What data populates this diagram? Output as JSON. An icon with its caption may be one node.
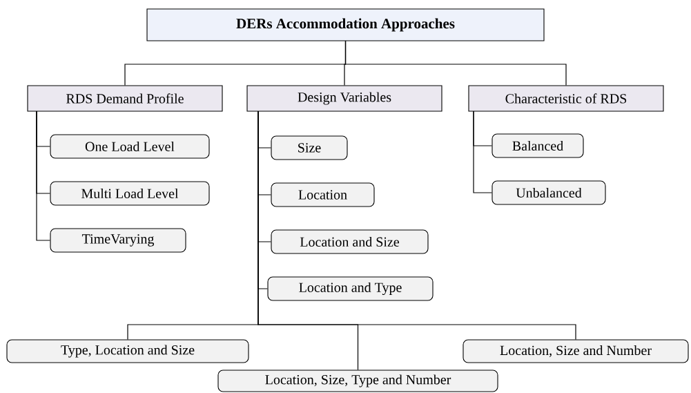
{
  "diagram": {
    "nodes": [
      {
        "text": [
          "DERs Accommodation Approaches"
        ]
      },
      {
        "text": [
          "RDS Demand Profile"
        ]
      },
      {
        "text": [
          "Design Variables"
        ]
      },
      {
        "text": [
          "Characteristic of RDS"
        ]
      },
      {
        "text": [
          "One Load Level"
        ]
      },
      {
        "text": [
          "Multi Load Level"
        ]
      },
      {
        "text": [
          "TimeVarying"
        ]
      },
      {
        "text": [
          "Size"
        ]
      },
      {
        "text": [
          "Location"
        ]
      },
      {
        "text": [
          "Location and Size"
        ]
      },
      {
        "text": [
          "Location and Type"
        ]
      },
      {
        "text": [
          "Balanced"
        ]
      },
      {
        "text": [
          "Unbalanced"
        ]
      },
      {
        "text": [
          "Type, Location and Size"
        ]
      },
      {
        "text": [
          "Location, Size, Type and Number"
        ]
      },
      {
        "text": [
          "Location, Size and Number"
        ]
      }
    ],
    "edges": [
      {
        "from": 0,
        "to": 1,
        "arrow": "none"
      },
      {
        "from": 0,
        "to": 2,
        "arrow": "none"
      },
      {
        "from": 0,
        "to": 3,
        "arrow": "none"
      },
      {
        "from": 1,
        "to": 4,
        "arrow": "none"
      },
      {
        "from": 1,
        "to": 5,
        "arrow": "none"
      },
      {
        "from": 1,
        "to": 6,
        "arrow": "none"
      },
      {
        "from": 2,
        "to": 7,
        "arrow": "none"
      },
      {
        "from": 2,
        "to": 8,
        "arrow": "none"
      },
      {
        "from": 2,
        "to": 9,
        "arrow": "none"
      },
      {
        "from": 2,
        "to": 10,
        "arrow": "none"
      },
      {
        "from": 3,
        "to": 11,
        "arrow": "none"
      },
      {
        "from": 3,
        "to": 12,
        "arrow": "none"
      },
      {
        "from": 2,
        "to": 13,
        "arrow": "none"
      },
      {
        "from": 2,
        "to": 14,
        "arrow": "none"
      },
      {
        "from": 2,
        "to": 15,
        "arrow": "none"
      }
    ]
  }
}
